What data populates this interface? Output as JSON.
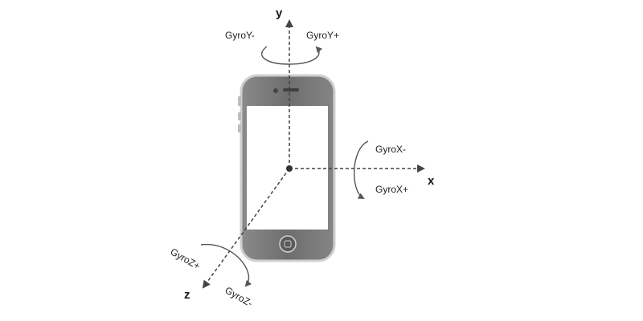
{
  "axes": {
    "x": "x",
    "y": "y",
    "z": "z"
  },
  "rotations": {
    "y_minus": "GyroY-",
    "y_plus": "GyroY+",
    "x_minus": "GyroX-",
    "x_plus": "GyroX+",
    "z_plus": "GyroZ+",
    "z_minus": "GyroZ-"
  },
  "colors": {
    "phone_body": "#7a7a7a",
    "phone_screen": "#ffffff",
    "axis": "#444444"
  },
  "icons": {
    "device": "smartphone-icon",
    "home_button": "home-button-icon"
  }
}
